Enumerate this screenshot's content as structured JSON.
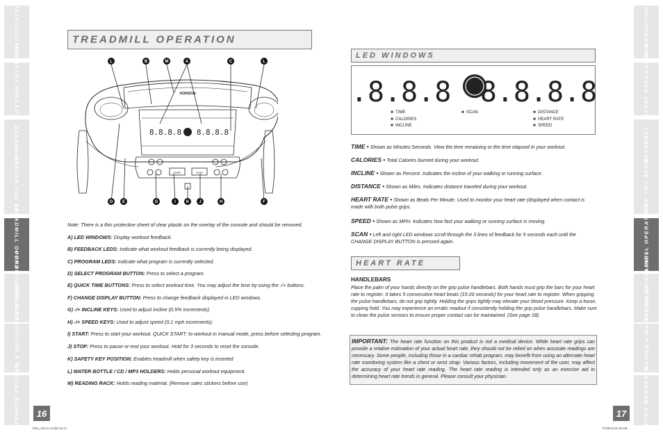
{
  "tabs_left": [
    "Introduction",
    "Important Precautions",
    "Assembly",
    "Before You Begin",
    "Treadmill Operation",
    "Conditioning Guidelines",
    "Troubleshooting & Maintenance",
    "Limited Warranty"
  ],
  "tabs_right": [
    "Introduction",
    "Important Precautions",
    "Assembly",
    "Before You Begin",
    "Treadmill Operation",
    "Conditioning Guidelines",
    "Troubleshooting & Maintenance",
    "Limited Warranty"
  ],
  "active_tab": "Treadmill Operation",
  "page_left": "16",
  "page_right": "17",
  "footer_left": "T401_Rev.2.3.indd   16-17",
  "footer_right": "7/1/08   8:22:18 AM",
  "left_title": "TREADMILL OPERATION",
  "console": {
    "brand": "HORIZON",
    "top_letters": [
      "L",
      "B",
      "M",
      "A",
      "C",
      "L"
    ],
    "bottom_letters": [
      "D",
      "E",
      "G",
      "I",
      "K",
      "J",
      "H",
      "F"
    ],
    "digits_left": "8.8.8.8",
    "digits_right": "8.8.8.8",
    "start_label": "START",
    "stop_label": "STOP"
  },
  "note": "Note: There is a thin protective sheet of clear plastic on the overlay of the console and should be removed.",
  "legend": [
    {
      "label": "A) LED WINDOWS:",
      "text": " Display workout feedback."
    },
    {
      "label": "B) FEEDBACK LEDS:",
      "text": " Indicate what workout feedback is currently being displayed."
    },
    {
      "label": "C) PROGRAM LEDS:",
      "text": " Indicate what program is currently selected."
    },
    {
      "label": "D) SELECT PROGRAM BUTTON:",
      "text": " Press to select a program."
    },
    {
      "label": "E) QUICK TIME BUTTONS:",
      "text": " Press to select workout time. You may adjust the time by using the -/+ buttons."
    },
    {
      "label": "F) CHANGE DISPLAY BUTTON:",
      "text": " Press to change feedback displayed in LED windows."
    },
    {
      "label": "G) -/+ INCLINE KEYS:",
      "text": " Used to adjust incline (0.5% increments)."
    },
    {
      "label": "H) -/+ SPEED KEYS:",
      "text": " Used to adjust speed (0.1 mph increments)."
    },
    {
      "label": "I) START:",
      "text": " Press to start your workout. QUICK START: to workout in manual mode, press before selecting program."
    },
    {
      "label": "J) STOP:",
      "text": " Press to pause or end your workout. Hold for 3 seconds to reset the console."
    },
    {
      "label": "K) SAFETY KEY POSITION:",
      "text": " Enables treadmill when safety key is inserted"
    },
    {
      "label": "L) WATER BOTTLE / CD / MP3 HOLDERS:",
      "text": " Holds personal workout equipment."
    },
    {
      "label": "M) READING RACK:",
      "text": " Holds reading material. (Remove sales stickers before use)"
    }
  ],
  "led_title": "LED WINDOWS",
  "led_panel": {
    "digits": "8.8.8.8",
    "left_items": [
      "TIME",
      "CALORIES",
      "INCLINE"
    ],
    "center_item": "SCAN",
    "right_items": [
      "DISTANCE",
      "HEART RATE",
      "SPEED"
    ]
  },
  "definitions": [
    {
      "term": "TIME •",
      "text": " Shown as Minutes:Seconds. View the time remaining or the time elapsed in your workout."
    },
    {
      "term": "CALORIES •",
      "text": " Total Calories burned during your workout."
    },
    {
      "term": "INCLINE •",
      "text": " Shown as Percent. Indicates the incline of your walking or running surface."
    },
    {
      "term": "DISTANCE •",
      "text": " Shown as Miles. Indicates distance traveled during your workout."
    },
    {
      "term": "HEART RATE •",
      "text": " Shown as Beats Per Minute. Used to monitor your heart rate (displayed when contact is made with both pulse grips."
    },
    {
      "term": "SPEED •",
      "text": " Shown as MPH. Indicates how fast your walking or running surface is moving."
    },
    {
      "term": "SCAN •",
      "text": " Left and right LED windows scroll through the 3 lines of feedback for 5 seconds each until the CHANGE DISPLAY BUTTON is pressed again."
    }
  ],
  "hr_title": "HEART RATE",
  "handlebars_title": "HANDLEBARS",
  "handlebars_text": "Place the palm of your hands directly on the grip pulse handlebars. Both hands must grip the bars for your heart rate to register. It takes 5 consecutive heart beats (15-20 seconds) for your heart rate to register. When gripping the pulse handlebars, do not grip tightly. Holding the grips tightly may elevate your blood pressure. Keep a loose, cupping hold. You may experience an erratic readout if consistently holding the grip pulse handlebars. Make sure to clean the pulse sensors to ensure proper contact can be maintained. (See page 28).",
  "important_label": "IMPORTANT:",
  "important_text": " The heart rate function on this product is not a medical device. While heart rate grips can provide a relative estimation of your actual heart rate, they should not be relied on when accurate readings are necessary. Some people, including those in a cardiac rehab program, may benefit from using an alternate heart rate monitoring system like a chest or wrist strap. Various factors, including movement of the user, may affect the accuracy of your heart rate reading. The heart rate reading is intended only as an exercise aid in determining heart rate trends in general.  Please consult your physician."
}
